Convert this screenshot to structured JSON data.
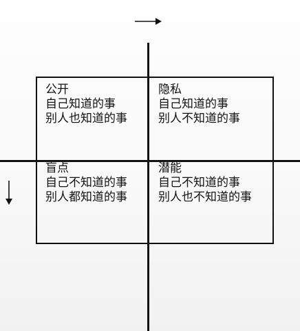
{
  "quadrants": {
    "top_left": {
      "title": "公开",
      "line1": "自己知道的事",
      "line2": "别人也知道的事"
    },
    "top_right": {
      "title": "隐私",
      "line1": "自己知道的事",
      "line2": "别人不知道的事"
    },
    "bottom_left": {
      "title": "盲点",
      "line1": "自己不知道的事",
      "line2": "别人都知道的事"
    },
    "bottom_right": {
      "title": "潜能",
      "line1": "自己不知道的事",
      "line2": "别人也不知道的事"
    }
  },
  "arrows": {
    "horizontal": "right-arrow-icon",
    "vertical": "down-arrow-icon"
  },
  "colors": {
    "line": "#111111",
    "background": "#fafafa"
  }
}
